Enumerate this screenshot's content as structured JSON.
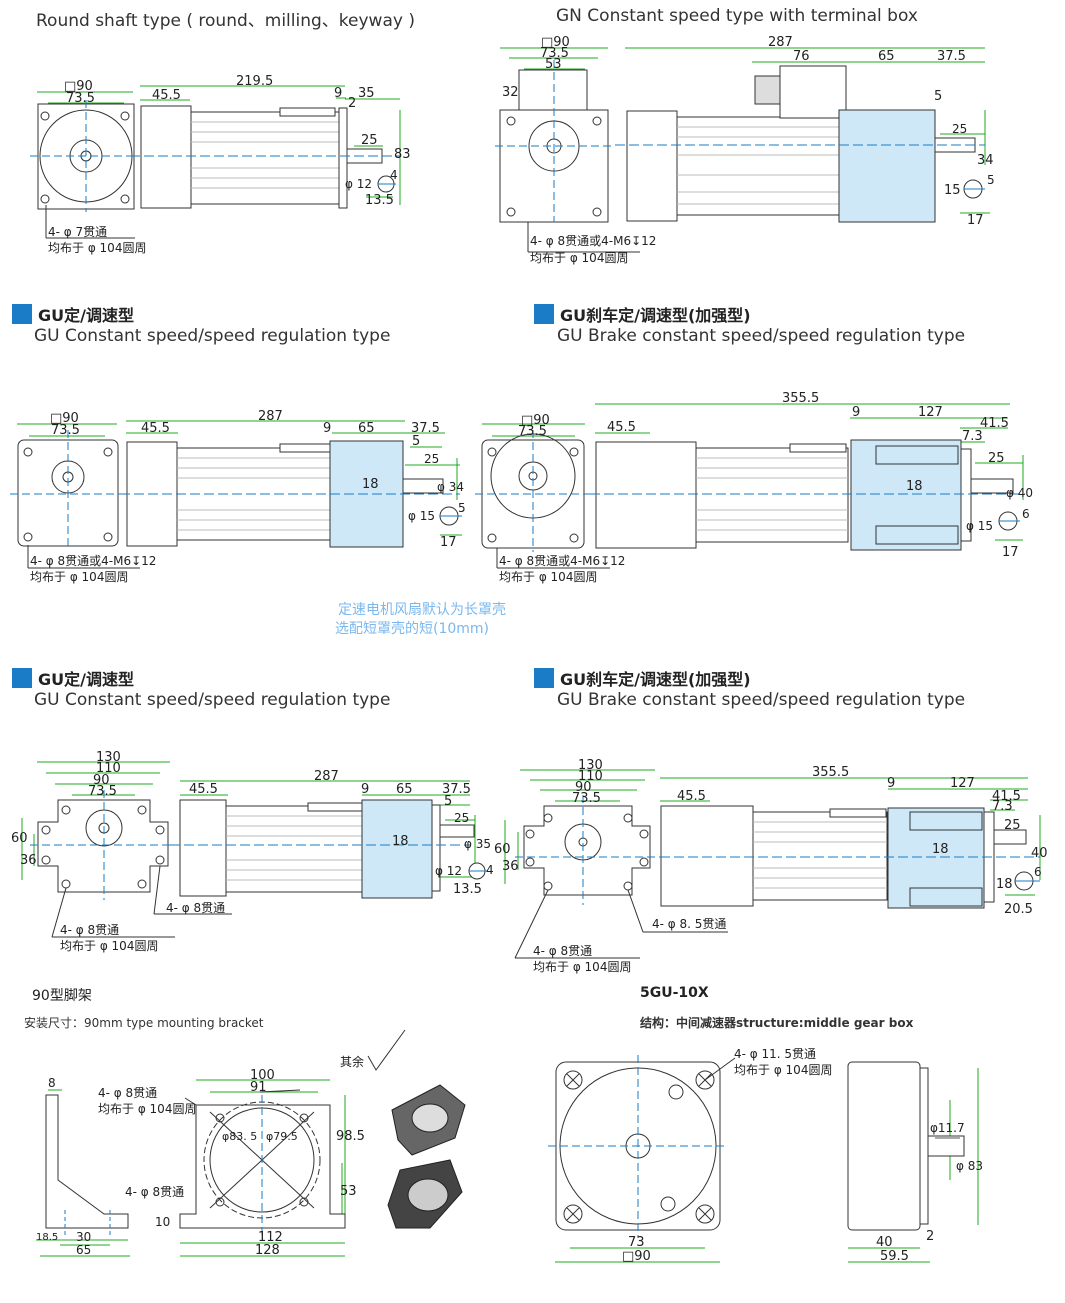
{
  "sections": {
    "s1_title": "Round shaft type ( round、milling、keyway )",
    "s2_title": "GN Constant speed type with terminal box",
    "s3_cn": "GU定/调速型",
    "s3_en": "GU Constant speed/speed regulation type",
    "s4_cn": "GU刹车定/调速型(加强型)",
    "s4_en": "GU Brake constant speed/speed regulation type",
    "s5_cn": "GU定/调速型",
    "s5_en": "GU Constant speed/speed regulation type",
    "s6_cn": "GU刹车定/调速型(加强型)",
    "s6_en": "GU Brake constant speed/speed regulation type",
    "bracket_title": "90型脚架",
    "bracket_sub": "安装尺寸：90mm type mounting bracket",
    "gear_title": "5GU-10X",
    "gear_sub": "结构：中间减速器structure:middle gear box",
    "note1": "定速电机风扇默认为长罩壳",
    "note2": "选配短罩壳的短(10mm)"
  },
  "d1": {
    "sq": "□90",
    "w": "73.5",
    "len": "45.5",
    "total": "219.5",
    "a": "9",
    "b": "35",
    "c": "2",
    "key": "25",
    "h": "83",
    "phi": "φ 12",
    "k": "4",
    "k2": "13.5",
    "hole1": "4- φ 7贯通",
    "hole2": "均布于 φ 104圆周"
  },
  "d2": {
    "sq": "□90",
    "w": "73.5",
    "w2": "53",
    "side": "32",
    "total": "287",
    "tb": "76",
    "b": "65",
    "c": "37.5",
    "d": "5",
    "key": "25",
    "h": "34",
    "phi": "15",
    "k": "5",
    "k2": "17",
    "hole1": "4- φ 8贯通或4-M6↧12",
    "hole2": "均布于 φ 104圆周"
  },
  "d3": {
    "sq": "□90",
    "w": "73.5",
    "len": "45.5",
    "total": "287",
    "a": "9",
    "b": "65",
    "c": "37.5",
    "d": "5",
    "key": "25",
    "h": "18",
    "phi": "φ 34",
    "phi2": "φ 15",
    "k": "5",
    "k2": "17",
    "hole1": "4- φ 8贯通或4-M6↧12",
    "hole2": "均布于 φ 104圆周"
  },
  "d4": {
    "sq": "□90",
    "w": "73.5",
    "len": "45.5",
    "total": "355.5",
    "a": "9",
    "b": "127",
    "c": "41.5",
    "e": "7.3",
    "key": "25",
    "h": "18",
    "phi": "φ 40",
    "phi2": "φ 15",
    "k": "6",
    "k2": "17",
    "hole1": "4- φ 8贯通或4-M6↧12",
    "hole2": "均布于 φ 104圆周"
  },
  "d5": {
    "o1": "130",
    "o2": "110",
    "o3": "90",
    "w": "73.5",
    "v1": "60",
    "v2": "36",
    "len": "45.5",
    "total": "287",
    "a": "9",
    "b": "65",
    "c": "37.5",
    "d": "5",
    "key": "25",
    "h": "18",
    "phi": "φ 35",
    "phi2": "φ 12",
    "k": "4",
    "k2": "13.5",
    "hole1": "4- φ 8贯通",
    "hole2": "均布于 φ 104圆周",
    "hole3": "4- φ 8贯通"
  },
  "d6": {
    "o1": "130",
    "o2": "110",
    "o3": "90",
    "w": "73.5",
    "v1": "60",
    "v2": "36",
    "len": "45.5",
    "total": "355.5",
    "a": "9",
    "b": "127",
    "c": "41.5",
    "e": "7.3",
    "key": "25",
    "h": "18",
    "phi": "40",
    "phi2": "18",
    "k": "6",
    "k2": "20.5",
    "hole1": "4- φ 8贯通",
    "hole2": "均布于 φ 104圆周",
    "hole3": "4- φ 8. 5贯通"
  },
  "d7": {
    "t": "8",
    "h1": "4- φ 8贯通",
    "h2": "均布于 φ 104圆周",
    "h3": "4- φ 8贯通",
    "b1": "18.5",
    "b2": "30",
    "b3": "65",
    "w1": "100",
    "w2": "91",
    "r1": "φ83. 5",
    "r2": "φ79.5",
    "hh": "98.5",
    "hm": "53",
    "f": "10",
    "l1": "112",
    "l2": "128",
    "rest": "其余"
  },
  "d8": {
    "h1": "4- φ 11. 5贯通",
    "h2": "均布于 φ 104圆周",
    "w": "73",
    "sq": "□90",
    "phi": "φ11.7",
    "phi2": "φ 83",
    "a": "40",
    "b": "2",
    "c": "59.5"
  }
}
